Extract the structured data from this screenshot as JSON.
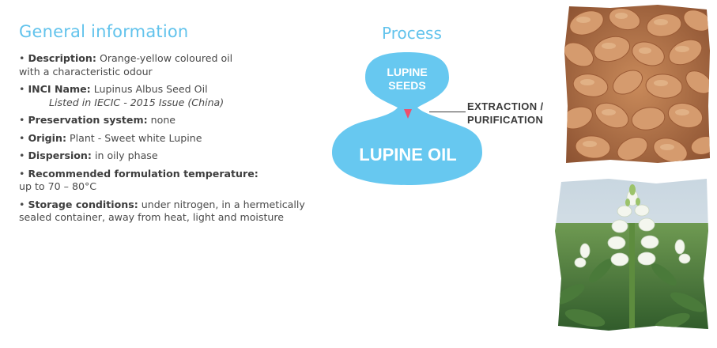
{
  "general": {
    "title": "General information",
    "items": [
      {
        "label": "Description:",
        "text": " Orange-yellow coloured oil",
        "line2": "with a characteristic odour"
      },
      {
        "label": "INCI Name:",
        "text": " Lupinus Albus Seed Oil",
        "sub": "Listed in IECIC - 2015 Issue (China)"
      },
      {
        "label": "Preservation system:",
        "text": " none"
      },
      {
        "label": "Origin:",
        "text": " Plant - Sweet white Lupine"
      },
      {
        "label": "Dispersion:",
        "text": " in oily phase"
      },
      {
        "label": "Recommended formulation temperature:",
        "text": "",
        "line2": "up to 70 – 80°C"
      },
      {
        "label": "Storage conditions:",
        "text": " under nitrogen, in a hermetically",
        "line2": "sealed container, away from heat, light and moisture"
      }
    ]
  },
  "process": {
    "title": "Process",
    "top_label_1": "LUPINE",
    "top_label_2": "SEEDS",
    "bottom_label": "LUPINE OIL",
    "step_line_1": "EXTRACTION /",
    "step_line_2": "PURIFICATION"
  },
  "colors": {
    "accent": "#62c3ec",
    "blob": "#67c8f0",
    "arrow": "#ef4f6b"
  },
  "images": {
    "seeds_photo": "lupine-seeds-photo",
    "flower_photo": "white-lupine-flower-photo"
  }
}
